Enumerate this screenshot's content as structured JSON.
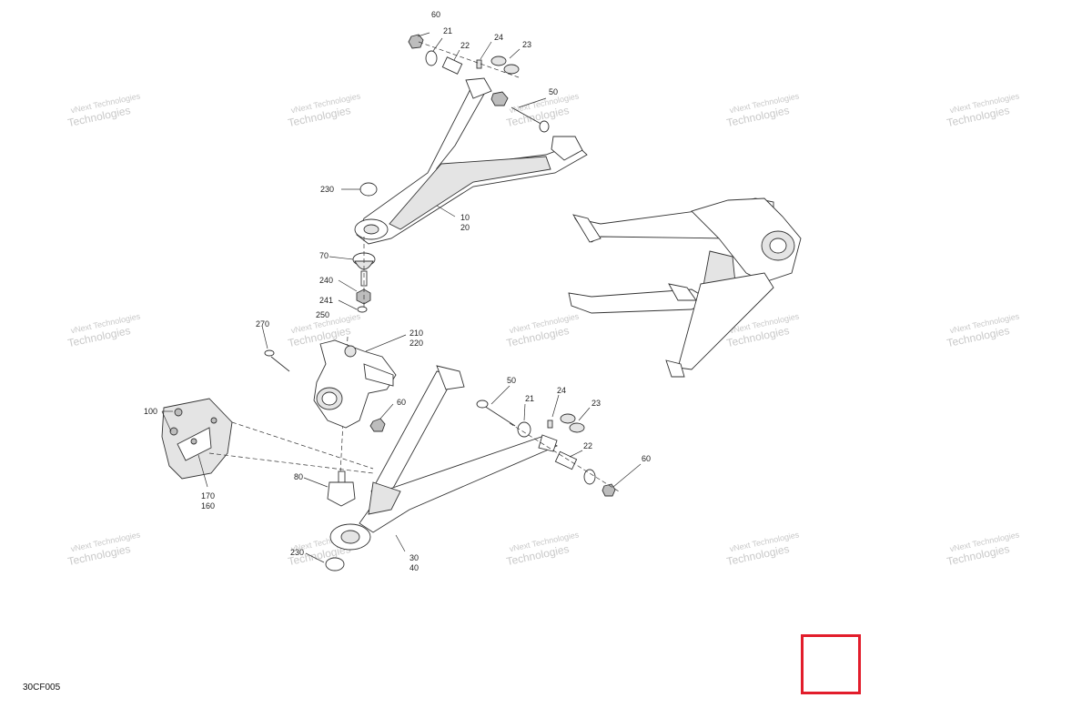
{
  "diagram": {
    "figure_code": "30CF005",
    "watermark_line1": "vNext Technologies",
    "watermark_line2": "Technologies",
    "callouts": {
      "c60a": "60",
      "c21a": "21",
      "c22a": "22",
      "c24a": "24",
      "c23a": "23",
      "c50a": "50",
      "c230a": "230",
      "c10": "10",
      "c20": "20",
      "c70": "70",
      "c240": "240",
      "c241": "241",
      "c250": "250",
      "c270": "270",
      "c210": "210",
      "c220": "220",
      "c60b": "60",
      "c100": "100",
      "c170": "170",
      "c160": "160",
      "c80": "80",
      "c230b": "230",
      "c30": "30",
      "c40": "40",
      "c50b": "50",
      "c21b": "21",
      "c24b": "24",
      "c23b": "23",
      "c22b": "22",
      "c60c": "60"
    },
    "highlight_color": "#e21d2b"
  }
}
